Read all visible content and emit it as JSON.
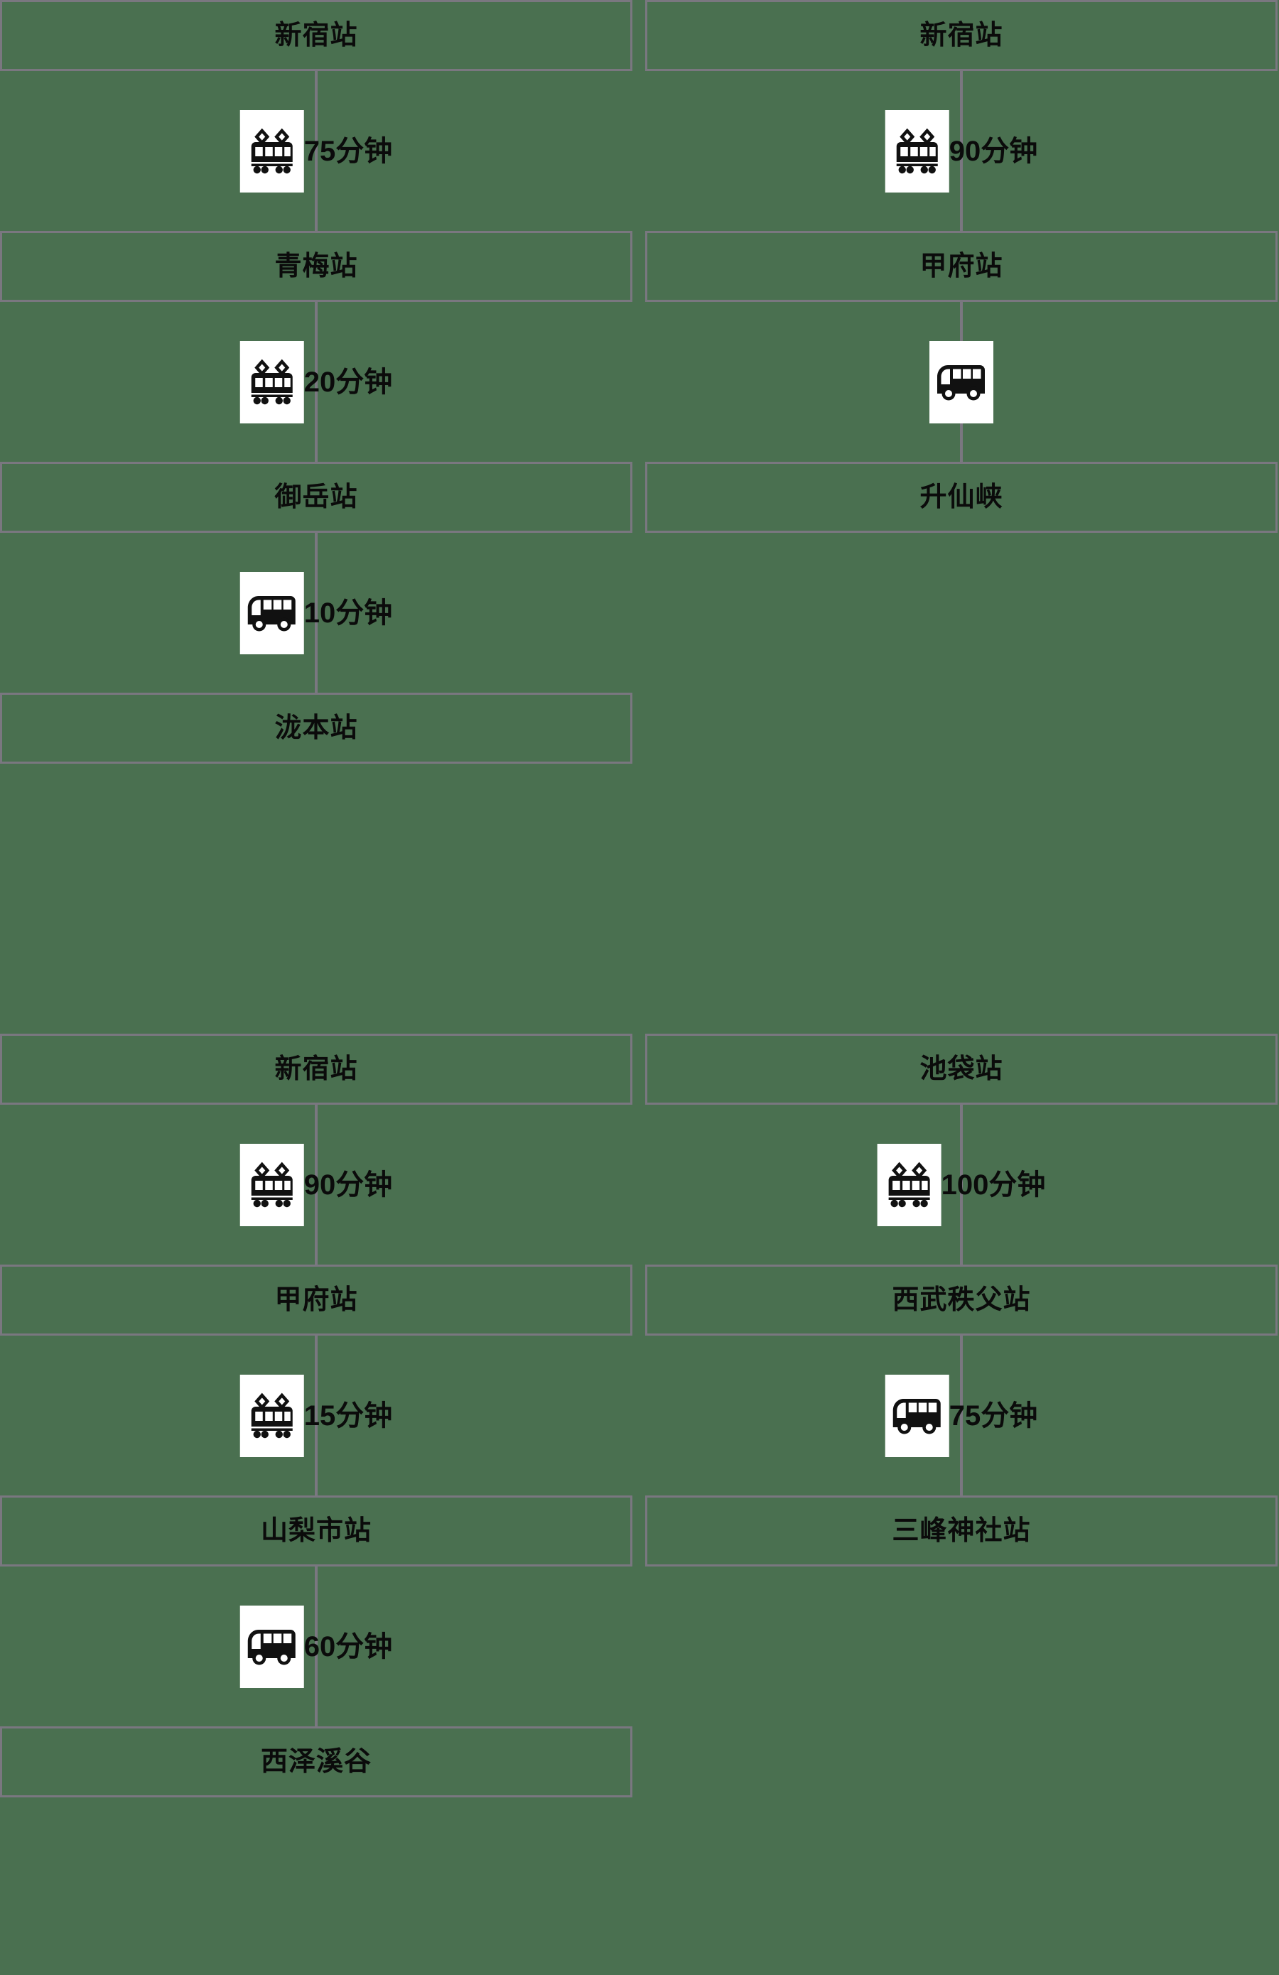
{
  "page": {
    "background_color": "#4a7050",
    "box_border_color": "#7a7780",
    "connector_color": "#7a7780",
    "icon_background": "#ffffff",
    "text_color": "#0b0b0b",
    "duration_unit": "分钟"
  },
  "routes": [
    {
      "id": "route-shinjuku-takimoto",
      "stations": [
        "新宿站",
        "青梅站",
        "御岳站",
        "泷本站"
      ],
      "legs": [
        {
          "mode": "train",
          "icon": "train-icon",
          "duration": "75分钟"
        },
        {
          "mode": "train",
          "icon": "train-icon",
          "duration": "20分钟"
        },
        {
          "mode": "bus",
          "icon": "bus-icon",
          "duration": "10分钟"
        }
      ]
    },
    {
      "id": "route-shinjuku-shosenkyo",
      "stations": [
        "新宿站",
        "甲府站",
        "升仙峡"
      ],
      "legs": [
        {
          "mode": "train",
          "icon": "train-icon",
          "duration": "90分钟"
        },
        {
          "mode": "bus",
          "icon": "bus-icon",
          "duration": ""
        }
      ]
    },
    {
      "id": "route-shinjuku-nishizawa",
      "stations": [
        "新宿站",
        "甲府站",
        "山梨市站",
        "西泽溪谷"
      ],
      "legs": [
        {
          "mode": "train",
          "icon": "train-icon",
          "duration": "90分钟"
        },
        {
          "mode": "train",
          "icon": "train-icon",
          "duration": "15分钟"
        },
        {
          "mode": "bus",
          "icon": "bus-icon",
          "duration": "60分钟"
        }
      ]
    },
    {
      "id": "route-ikebukuro-mitsumine",
      "stations": [
        "池袋站",
        "西武秩父站",
        "三峰神社站"
      ],
      "legs": [
        {
          "mode": "train",
          "icon": "train-icon",
          "duration": "100分钟"
        },
        {
          "mode": "bus",
          "icon": "bus-icon",
          "duration": "75分钟"
        }
      ]
    }
  ]
}
